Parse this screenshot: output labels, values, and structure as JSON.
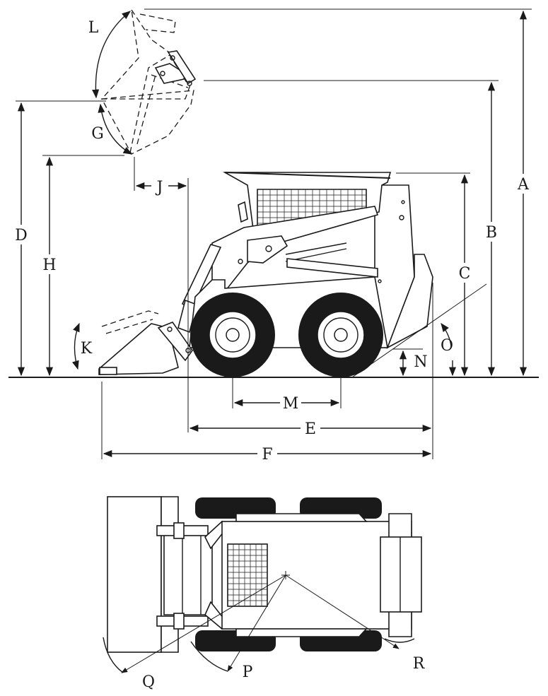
{
  "diagram": {
    "labels": {
      "A": "A",
      "B": "B",
      "C": "C",
      "D": "D",
      "E": "E",
      "F": "F",
      "G": "G",
      "H": "H",
      "J": "J",
      "K": "K",
      "L": "L",
      "M": "M",
      "N": "N",
      "O": "O",
      "P": "P",
      "Q": "Q",
      "R": "R"
    }
  }
}
